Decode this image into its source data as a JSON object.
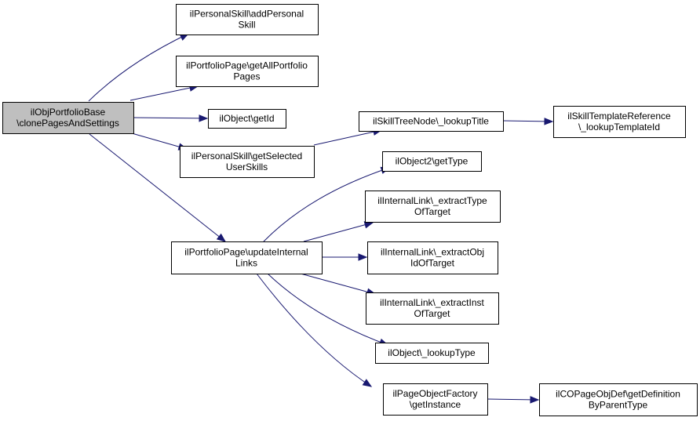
{
  "diagram": {
    "nodes": [
      {
        "id": "root",
        "lines": [
          "ilObjPortfolioBase",
          "\\clonePagesAndSettings"
        ],
        "root": true
      },
      {
        "id": "addPersonalSkill",
        "lines": [
          "ilPersonalSkill\\addPersonal",
          "Skill"
        ]
      },
      {
        "id": "getAllPortfolioPages",
        "lines": [
          "ilPortfolioPage\\getAllPortfolio",
          "Pages"
        ]
      },
      {
        "id": "getId",
        "lines": [
          "ilObject\\getId"
        ]
      },
      {
        "id": "getSelectedUserSkills",
        "lines": [
          "ilPersonalSkill\\getSelected",
          "UserSkills"
        ]
      },
      {
        "id": "updateInternalLinks",
        "lines": [
          "ilPortfolioPage\\updateInternal",
          "Links"
        ]
      },
      {
        "id": "lookupTitle",
        "lines": [
          "ilSkillTreeNode\\_lookupTitle"
        ]
      },
      {
        "id": "lookupTemplateId",
        "lines": [
          "ilSkillTemplateReference",
          "\\_lookupTemplateId"
        ]
      },
      {
        "id": "getType",
        "lines": [
          "ilObject2\\getType"
        ]
      },
      {
        "id": "extractTypeOfTarget",
        "lines": [
          "ilInternalLink\\_extractType",
          "OfTarget"
        ]
      },
      {
        "id": "extractObjIdOfTarget",
        "lines": [
          "ilInternalLink\\_extractObj",
          "IdOfTarget"
        ]
      },
      {
        "id": "extractInstOfTarget",
        "lines": [
          "ilInternalLink\\_extractInst",
          "OfTarget"
        ]
      },
      {
        "id": "lookupType",
        "lines": [
          "ilObject\\_lookupType"
        ]
      },
      {
        "id": "getInstance",
        "lines": [
          "ilPageObjectFactory",
          "\\getInstance"
        ]
      },
      {
        "id": "getDefinitionByParentType",
        "lines": [
          "ilCOPageObjDef\\getDefinition",
          "ByParentType"
        ]
      }
    ],
    "edges": [
      {
        "from": "root",
        "to": "addPersonalSkill"
      },
      {
        "from": "root",
        "to": "getAllPortfolioPages"
      },
      {
        "from": "root",
        "to": "getId"
      },
      {
        "from": "root",
        "to": "getSelectedUserSkills"
      },
      {
        "from": "root",
        "to": "updateInternalLinks"
      },
      {
        "from": "getSelectedUserSkills",
        "to": "lookupTitle"
      },
      {
        "from": "lookupTitle",
        "to": "lookupTemplateId"
      },
      {
        "from": "updateInternalLinks",
        "to": "getType"
      },
      {
        "from": "updateInternalLinks",
        "to": "extractTypeOfTarget"
      },
      {
        "from": "updateInternalLinks",
        "to": "extractObjIdOfTarget"
      },
      {
        "from": "updateInternalLinks",
        "to": "extractInstOfTarget"
      },
      {
        "from": "updateInternalLinks",
        "to": "lookupType"
      },
      {
        "from": "updateInternalLinks",
        "to": "getInstance"
      },
      {
        "from": "getInstance",
        "to": "getDefinitionByParentType"
      }
    ]
  }
}
